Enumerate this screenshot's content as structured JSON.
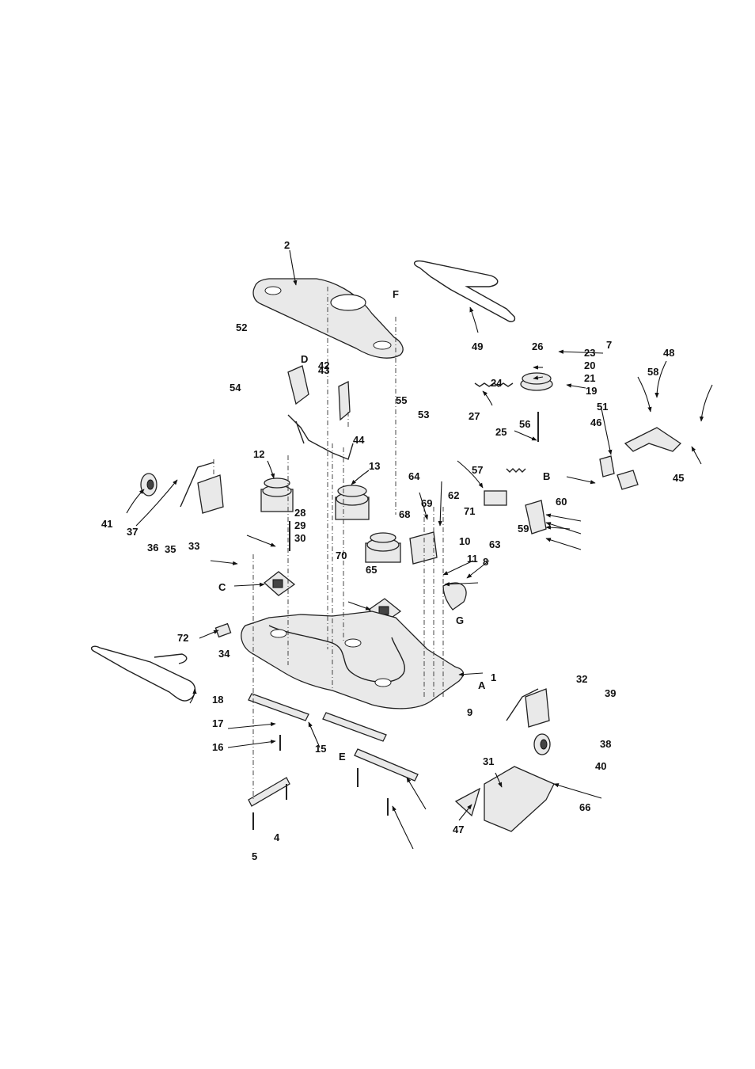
{
  "diagram": {
    "labels": [
      "1",
      "2",
      "4",
      "5",
      "7",
      "8",
      "9",
      "10",
      "11",
      "12",
      "13",
      "15",
      "16",
      "17",
      "18",
      "19",
      "20",
      "21",
      "23",
      "24",
      "25",
      "26",
      "27",
      "28",
      "29",
      "30",
      "31",
      "32",
      "33",
      "34",
      "35",
      "36",
      "37",
      "38",
      "39",
      "40",
      "41",
      "42",
      "43",
      "44",
      "45",
      "46",
      "47",
      "48",
      "49",
      "51",
      "52",
      "53",
      "54",
      "55",
      "56",
      "57",
      "58",
      "59",
      "60",
      "62",
      "63",
      "64",
      "65",
      "66",
      "68",
      "69",
      "70",
      "71",
      "72",
      "A",
      "B",
      "C",
      "D",
      "E",
      "F",
      "G"
    ]
  }
}
